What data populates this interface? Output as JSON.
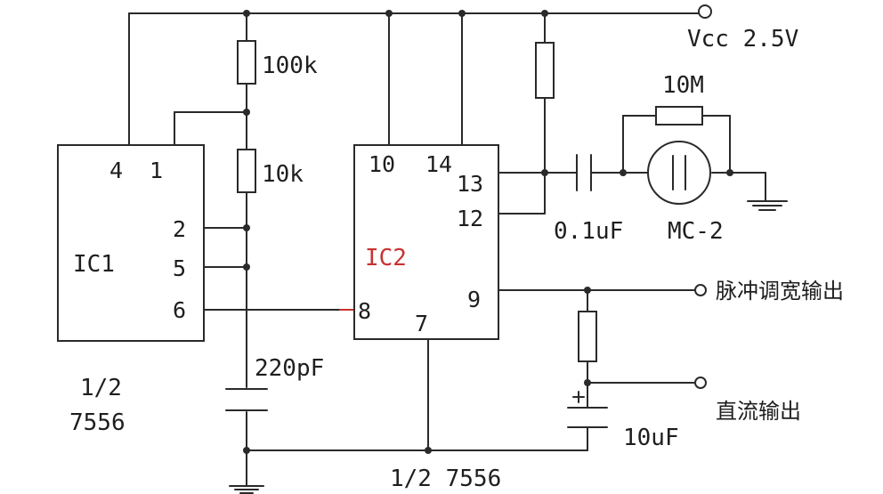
{
  "supply": {
    "label": "Vcc  2.5V"
  },
  "components": {
    "r_top": "100k",
    "r_mid": "10k",
    "c_timing": "220pF",
    "r_feedback": "10M",
    "c_coupling": "0.1uF",
    "mic": "MC-2",
    "c_output": "10uF"
  },
  "ic1": {
    "name": "IC1",
    "pins": {
      "p4": "4",
      "p1": "1",
      "p2": "2",
      "p5": "5",
      "p6": "6"
    },
    "part_line1": "1/2",
    "part_line2": "7556"
  },
  "ic2": {
    "name": "IC2",
    "name_color": "#c83232",
    "pins": {
      "p10": "10",
      "p14": "14",
      "p13": "13",
      "p12": "12",
      "p9": "9",
      "p8": "8",
      "p7": "7"
    },
    "part": "1/2  7556"
  },
  "outputs": {
    "pwm": "脉冲调宽输出",
    "dc": "直流输出"
  },
  "colors": {
    "ink": "#2a2a2a",
    "accent": "#c83232",
    "background": "#ffffff"
  }
}
